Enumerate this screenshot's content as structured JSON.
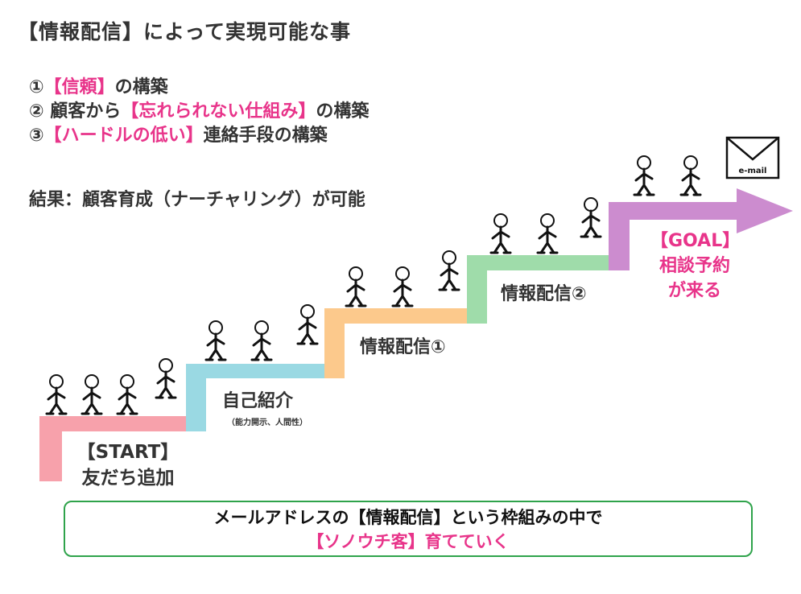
{
  "heading": "【情報配信】によって実現可能な事",
  "list": [
    {
      "num": "①",
      "highlight": "【信頼】",
      "suffix": "の構築"
    },
    {
      "num": "②",
      "prefix": " 顧客から",
      "highlight": "【忘れられない仕組み】",
      "suffix": "の構築"
    },
    {
      "num": "③",
      "highlight": "【ハードルの低い】",
      "suffix": "連絡手段の構築"
    }
  ],
  "result": "結果：顧客育成（ナーチャリング）が可能",
  "steps": {
    "start_line1": "【START】",
    "start_line2": "友だち追加",
    "intro": "自己紹介",
    "intro_sub": "（能力開示、人間性）",
    "info1": "情報配信①",
    "info2": "情報配信②",
    "goal_line1": "【GOAL】",
    "goal_line2": "相談予約",
    "goal_line3": "が来る"
  },
  "email_label": "e-mail",
  "bottom": {
    "line1": "メールアドレスの【情報配信】という枠組みの中で",
    "line2": "【ソノウチ客】育てていく"
  },
  "colors": {
    "start": "#f7a1ab",
    "intro": "#9ad9e3",
    "info1": "#fcc98c",
    "info2": "#9fdcaa",
    "goal": "#cc8ccf",
    "highlight": "#e8348a",
    "box_border": "#2fa34b"
  },
  "icons": [
    "stick-figure-icon",
    "envelope-icon",
    "arrow-icon"
  ]
}
